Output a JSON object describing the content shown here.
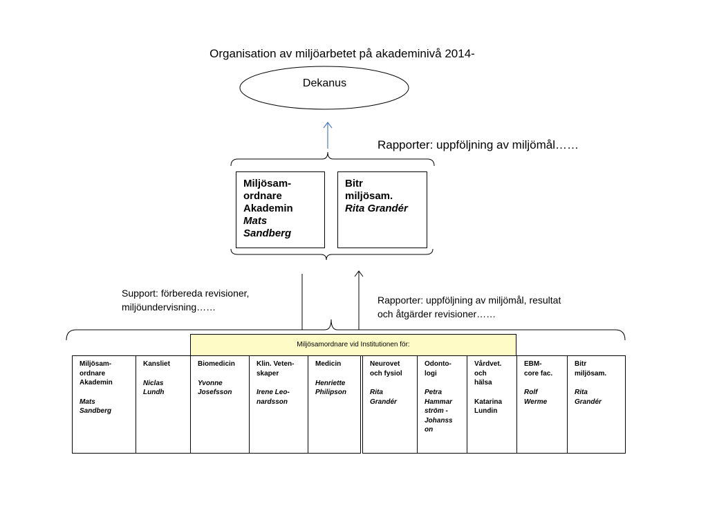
{
  "title": "Organisation av miljöarbetet på akademinivå 2014-",
  "dekanus": "Dekanus",
  "report_top": "Rapporter: uppföljning av miljömål……",
  "top_boxes": [
    {
      "head1": "Miljösam-",
      "head2": "ordnare",
      "head3": "Akademin",
      "name1": "Mats",
      "name2": "Sandberg"
    },
    {
      "head1": "Bitr",
      "head2": "miljösam.",
      "name1": "Rita Grandér"
    }
  ],
  "support": {
    "line1": "Support: förbereda revisioner,",
    "line2": "miljöundervisning……"
  },
  "report_mid": {
    "line1": "Rapporter: uppföljning av miljömål, resultat",
    "line2": "och åtgärder revisioner……"
  },
  "institution_banner": "Miljösamordnare vid Institutionen för:",
  "units": [
    {
      "head": "Miljösam-\nordnare\nAkademin",
      "person": "Mats\nSandberg",
      "italic": true
    },
    {
      "head": "Kansliet",
      "person": "Niclas\nLundh",
      "italic": true
    },
    {
      "head": "Biomedicin",
      "person": "Yvonne\nJosefsson",
      "italic": true
    },
    {
      "head": "Klin. Veten-\nskaper",
      "person": "Irene Leo-\nnardsson",
      "italic": true
    },
    {
      "head": "Medicin",
      "person": "Henriette\nPhilipson",
      "italic": true
    },
    {
      "head": "Neurovet\noch fysiol",
      "person": "Rita\nGrandér",
      "italic": true
    },
    {
      "head": "Odonto-\nlogi",
      "person": "Petra\nHammar\nström -\nJohanss\non",
      "italic": true
    },
    {
      "head": "Vårdvet.\noch\nhälsa",
      "person": "Katarina\nLundin",
      "italic": false
    },
    {
      "head": "EBM-\ncore fac.",
      "person": "Rolf\nWerme",
      "italic": true
    },
    {
      "head": "Bitr\nmiljösam.",
      "person": "Rita\nGrandér",
      "italic": true
    }
  ],
  "colors": {
    "arrow_blue": "#4a78c2",
    "banner_fill": "#fffbc6",
    "line": "#000000"
  }
}
